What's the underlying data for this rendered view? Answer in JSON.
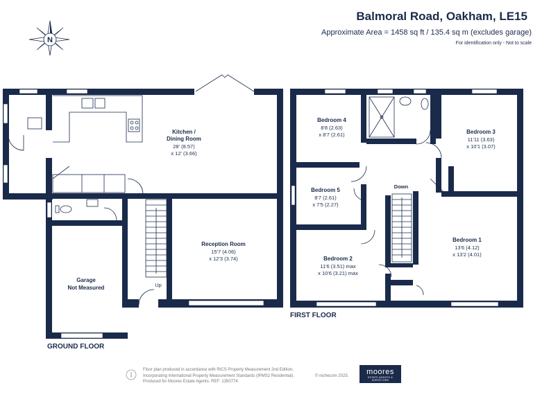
{
  "header": {
    "title": "Balmoral Road, Oakham, LE15",
    "area": "Approximate Area = 1458 sq ft / 135.4 sq m (excludes garage)",
    "ident": "For identification only - Not to scale"
  },
  "compass": {
    "letter": "N"
  },
  "floors": {
    "ground": "GROUND FLOOR",
    "first": "FIRST FLOOR"
  },
  "rooms": {
    "kitchen": {
      "name1": "Kitchen /",
      "name2": "Dining Room",
      "dim1": "28' (8.57)",
      "dim2": "x 12' (3.66)"
    },
    "reception": {
      "name": "Reception Room",
      "dim1": "15'7 (4.06)",
      "dim2": "x 12'3 (3.74)"
    },
    "garage": {
      "name1": "Garage",
      "name2": "Not Measured"
    },
    "bedroom4": {
      "name": "Bedroom 4",
      "dim1": "8'8 (2.63)",
      "dim2": "x 8'7 (2.61)"
    },
    "bedroom3": {
      "name": "Bedroom 3",
      "dim1": "11'11 (3.63)",
      "dim2": "x 10'1 (3.07)"
    },
    "bedroom5": {
      "name": "Bedroom 5",
      "dim1": "8'7 (2.61)",
      "dim2": "x 7'5 (2.27)"
    },
    "bedroom2": {
      "name": "Bedroom 2",
      "dim1": "11'6 (3.51) max",
      "dim2": "x 10'6 (3.21) max"
    },
    "bedroom1": {
      "name": "Bedroom 1",
      "dim1": "13'6 (4.12)",
      "dim2": "x 13'2 (4.01)"
    }
  },
  "stairs": {
    "up": "Up",
    "down": "Down"
  },
  "footer": {
    "line1": "Floor plan produced in accordance with RICS Property Measurement 2nd Edition,",
    "line2": "Incorporating International Property Measurement Standards (IPMS2 Residential).",
    "line3": "Produced for Moores Estate Agents.   REF: 1350774",
    "credit": "© nichecom 2025.",
    "logo_main": "moores",
    "logo_sub": "ESTATE AGENTS & SURVEYORS"
  }
}
